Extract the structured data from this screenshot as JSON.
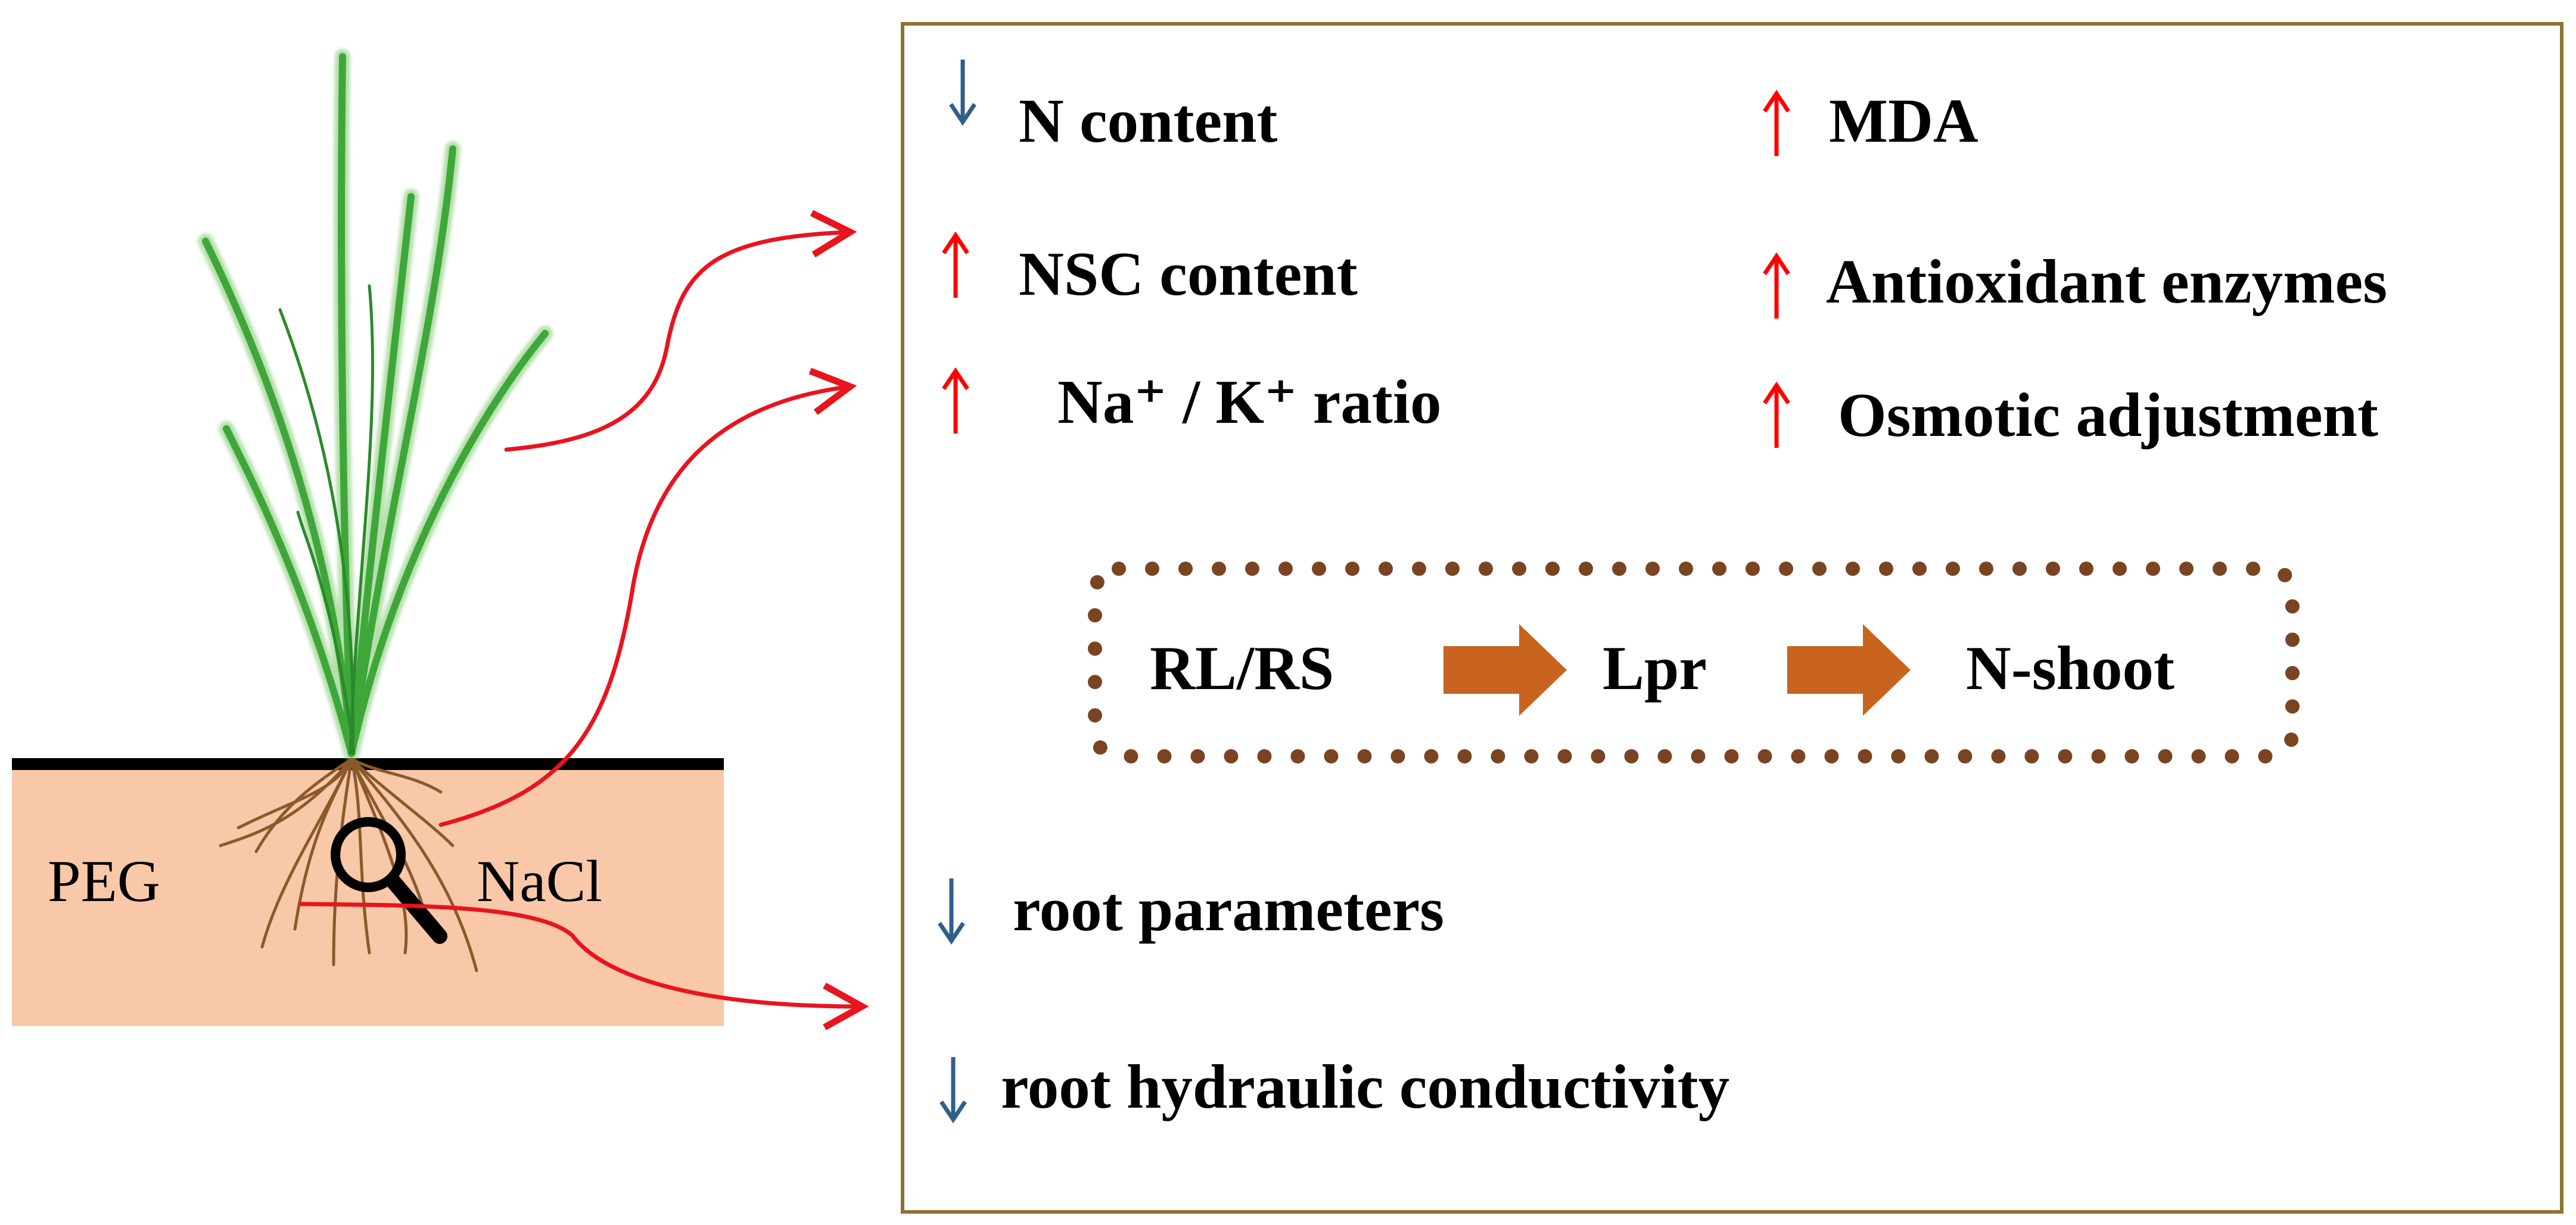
{
  "soil": {
    "left_label": "PEG",
    "right_label": "NaCl"
  },
  "effects": [
    {
      "text": "N content",
      "direction": "down"
    },
    {
      "text": "NSC content",
      "direction": "up"
    },
    {
      "text": "Na⁺ / K⁺ ratio",
      "direction": "up"
    },
    {
      "text": "MDA",
      "direction": "up"
    },
    {
      "text": "Antioxidant enzymes",
      "direction": "up"
    },
    {
      "text": "Osmotic adjustment",
      "direction": "up"
    },
    {
      "text": "root parameters",
      "direction": "down"
    },
    {
      "text": "root hydraulic conductivity",
      "direction": "down"
    }
  ],
  "pathway": {
    "steps": [
      "RL/RS",
      "Lpr",
      "N-shoot"
    ]
  },
  "colors": {
    "up_arrow": "#ff0000",
    "down_arrow": "#2f5f8a",
    "soil": "#f8c8a8",
    "soil_line": "#000000",
    "box_border": "#8c7430",
    "dotted_border": "#7a4422",
    "pathway_arrow": "#c8641e",
    "curve": "#e8141e",
    "leaf": "#3fa73a",
    "root": "#8b5a2b"
  },
  "icons": {
    "up": "up-arrow-icon",
    "down": "down-arrow-icon",
    "pathway": "right-block-arrow-icon",
    "lens": "magnifier-icon"
  }
}
